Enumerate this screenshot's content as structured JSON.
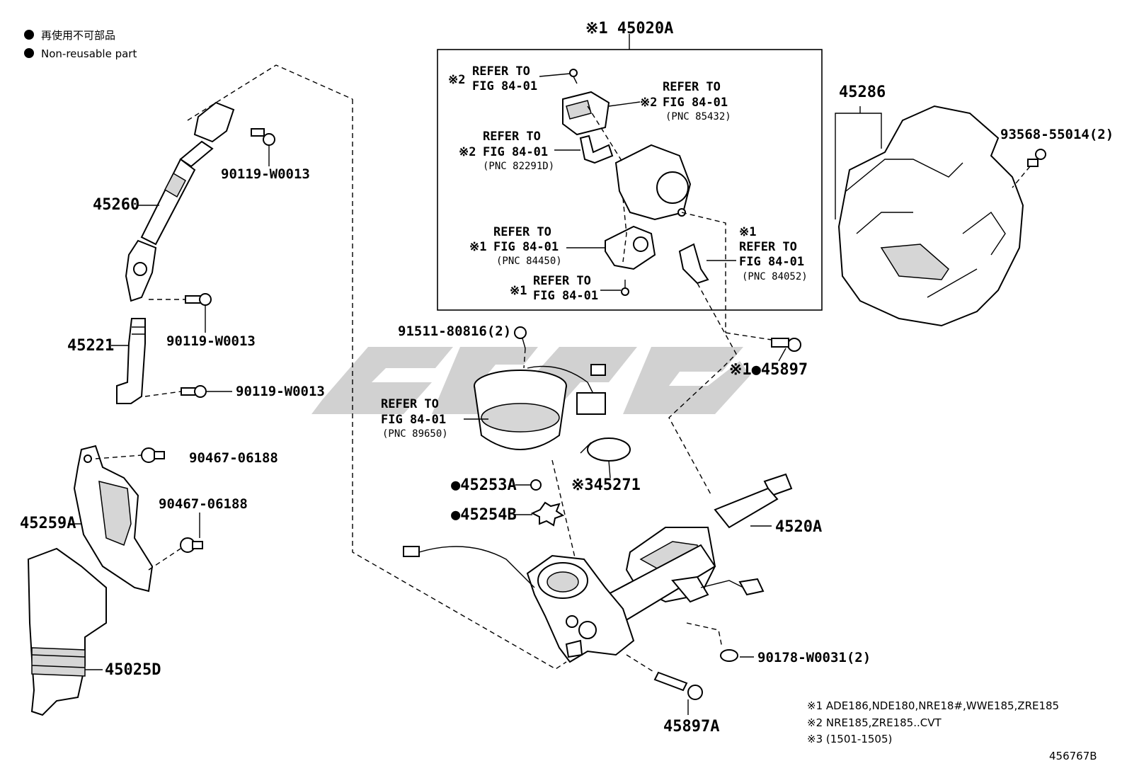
{
  "legend": {
    "marker": "●",
    "line_jp": "再使用不可部品",
    "line_en": "Non-reusable part"
  },
  "assembly_header": "※1 45020A",
  "refer_boxes": [
    {
      "mark": "※2",
      "l1": "REFER TO",
      "l2": "FIG 84-01",
      "pnc": ""
    },
    {
      "mark": "※2",
      "l1": "REFER TO",
      "l2": "FIG 84-01",
      "pnc": "(PNC 85432)"
    },
    {
      "mark": "※2",
      "l1": "REFER TO",
      "l2": "FIG 84-01",
      "pnc": "(PNC 82291D)"
    },
    {
      "mark": "※1",
      "l1": "REFER TO",
      "l2": "FIG 84-01",
      "pnc": "(PNC 84450)"
    },
    {
      "mark": "※1",
      "l1": "REFER TO",
      "l2": "FIG 84-01",
      "pnc": ""
    },
    {
      "mark": "※1",
      "l1": "REFER TO",
      "l2": "FIG 84-01",
      "pnc": "(PNC 84052)"
    },
    {
      "mark": "",
      "l1": "REFER TO",
      "l2": "FIG 84-01",
      "pnc": "(PNC 89650)"
    }
  ],
  "parts": {
    "p45260": "45260",
    "p45221": "45221",
    "p90119a": "90119-W0013",
    "p90119b": "90119-W0013",
    "p90119c": "90119-W0013",
    "p90467a": "90467-06188",
    "p90467b": "90467-06188",
    "p45259A": "45259A",
    "p45025D": "45025D",
    "p91511": "91511-80816(2)",
    "p45253A": "●45253A",
    "p45254B": "●45254B",
    "p45271": "※345271",
    "p4520A": "4520A",
    "p90178": "90178-W0031(2)",
    "p45897A": "45897A",
    "p45897": "※1●45897",
    "p45286": "45286",
    "p93568": "93568-55014(2)"
  },
  "footnotes": [
    "※1 ADE186,NDE180,NRE18#,WWE185,ZRE185",
    "※2 NRE185,ZRE185..CVT",
    "※3 (1501-1505)"
  ],
  "figure_id": "456767B",
  "colors": {
    "line": "#000000",
    "watermark": "#c8c8c8",
    "background": "#ffffff"
  }
}
